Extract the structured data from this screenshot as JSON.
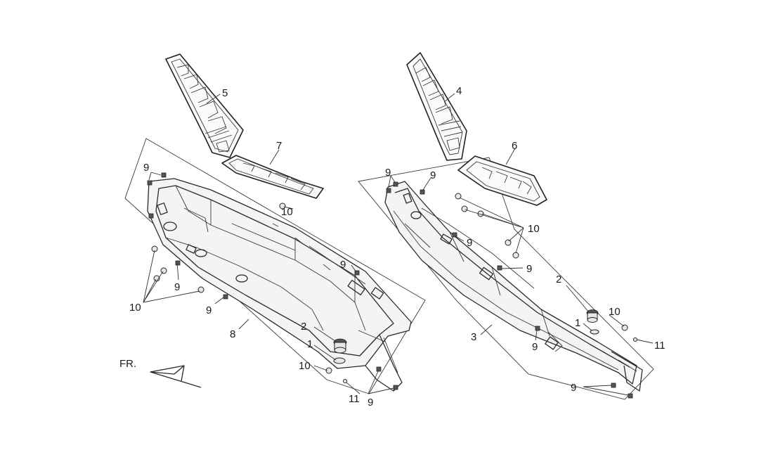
{
  "diagram": {
    "front_indicator": "FR.",
    "callouts": {
      "c1a": "1",
      "c1b": "1",
      "c2a": "2",
      "c2b": "2",
      "c3": "3",
      "c4": "4",
      "c5": "5",
      "c6": "6",
      "c7": "7",
      "c8": "8",
      "c9a": "9",
      "c9b": "9",
      "c9c": "9",
      "c9d": "9",
      "c9e": "9",
      "c9f": "9",
      "c9g": "9",
      "c9h": "9",
      "c9i": "9",
      "c9j": "9",
      "c9k": "9",
      "c10a": "10",
      "c10b": "10",
      "c10c": "10",
      "c10d": "10",
      "c10e": "10",
      "c11a": "11",
      "c11b": "11"
    }
  }
}
